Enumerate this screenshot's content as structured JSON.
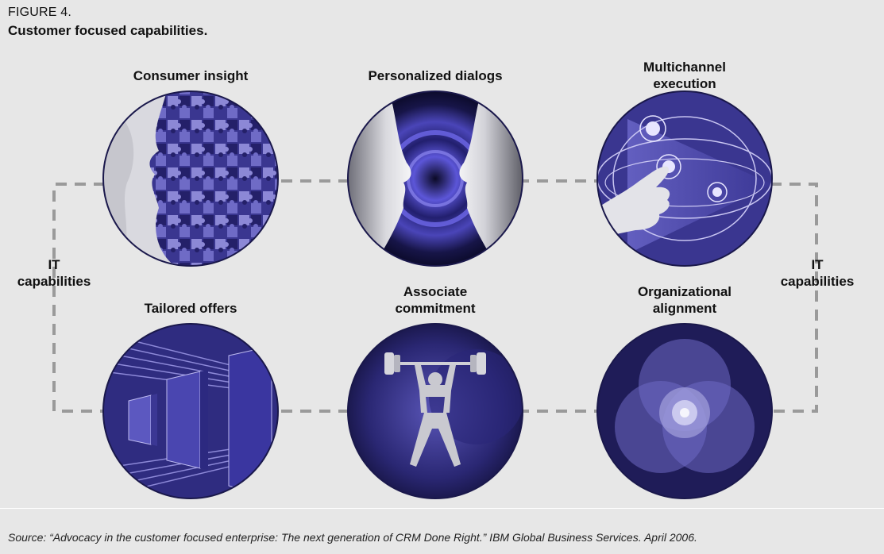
{
  "figure": {
    "number": "FIGURE 4.",
    "title": "Customer focused capabilities."
  },
  "capabilities": {
    "top": [
      {
        "label": "Consumer insight",
        "icon": "puzzle-face-icon"
      },
      {
        "label": "Personalized dialogs",
        "icon": "two-faces-icon"
      },
      {
        "label": "Multichannel\nexecution",
        "icon": "touch-hand-icon"
      }
    ],
    "bottom": [
      {
        "label": "Tailored offers",
        "icon": "blocks-icon"
      },
      {
        "label": "Associate\ncommitment",
        "icon": "weightlifter-icon"
      },
      {
        "label": "Organizational\nalignment",
        "icon": "overlapping-circles-icon"
      }
    ]
  },
  "sides": {
    "left": "IT\ncapabilities",
    "right": "IT\ncapabilities"
  },
  "source": "Source: “Advocacy in the customer focused enterprise: The next generation of CRM Done Right.” IBM Global Business Services. April 2006.",
  "colors": {
    "background": "#e7e7e7",
    "circle_dark": "#1c1a57",
    "circle_mid": "#3e3a94",
    "circle_light": "#7f7bd0",
    "connector": "#9a9a9a"
  }
}
